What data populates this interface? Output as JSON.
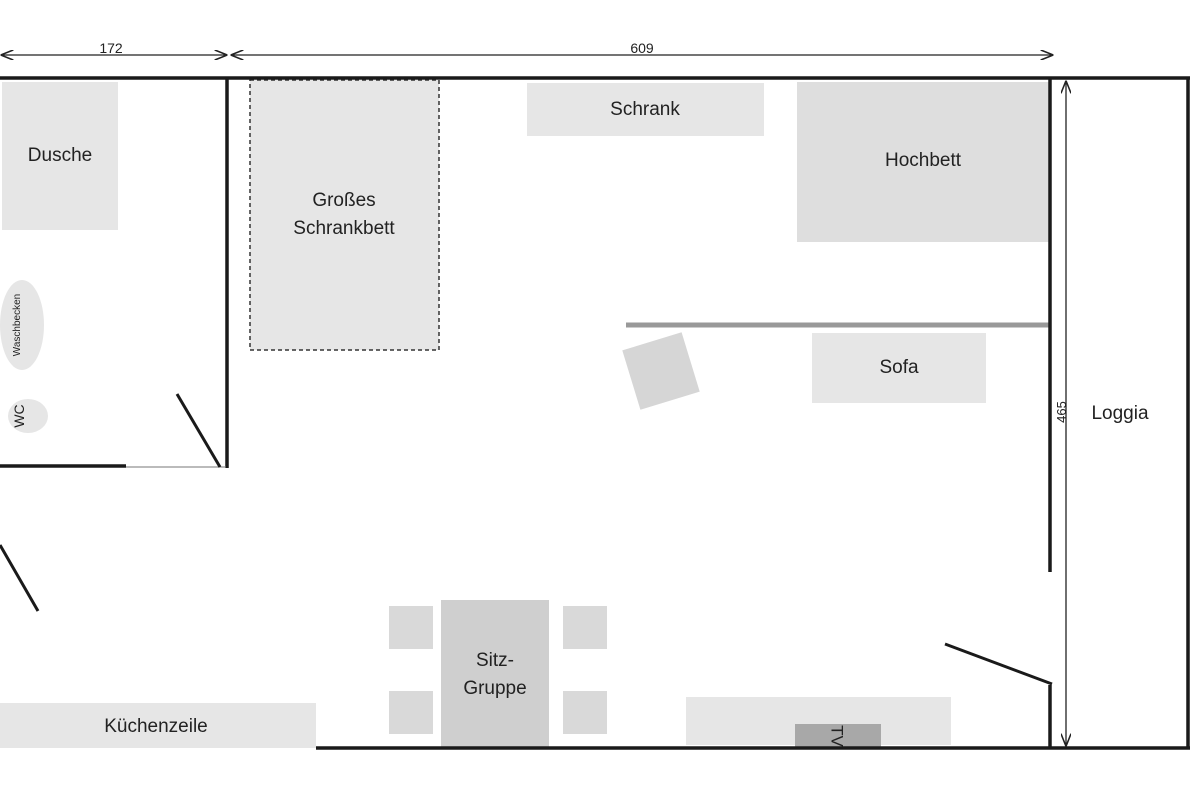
{
  "dimensions": {
    "bath_width": "172",
    "room_width": "609",
    "room_depth": "465"
  },
  "rooms": {
    "dusche": "Dusche",
    "waschbecken": "Waschbecken",
    "wc": "WC",
    "schrankbett_line1": "Großes",
    "schrankbett_line2": "Schrankbett",
    "schrank": "Schrank",
    "hochbett": "Hochbett",
    "sofa": "Sofa",
    "loggia": "Loggia",
    "sitz_line1": "Sitz-",
    "sitz_line2": "Gruppe",
    "kuechenzeile": "Küchenzeile",
    "tv": "TV"
  },
  "colors": {
    "furniture": "#e6e6e6",
    "furniture_dark": "#cfcfcf",
    "wall": "#1a1a1a",
    "tv": "#a8a8a8"
  }
}
